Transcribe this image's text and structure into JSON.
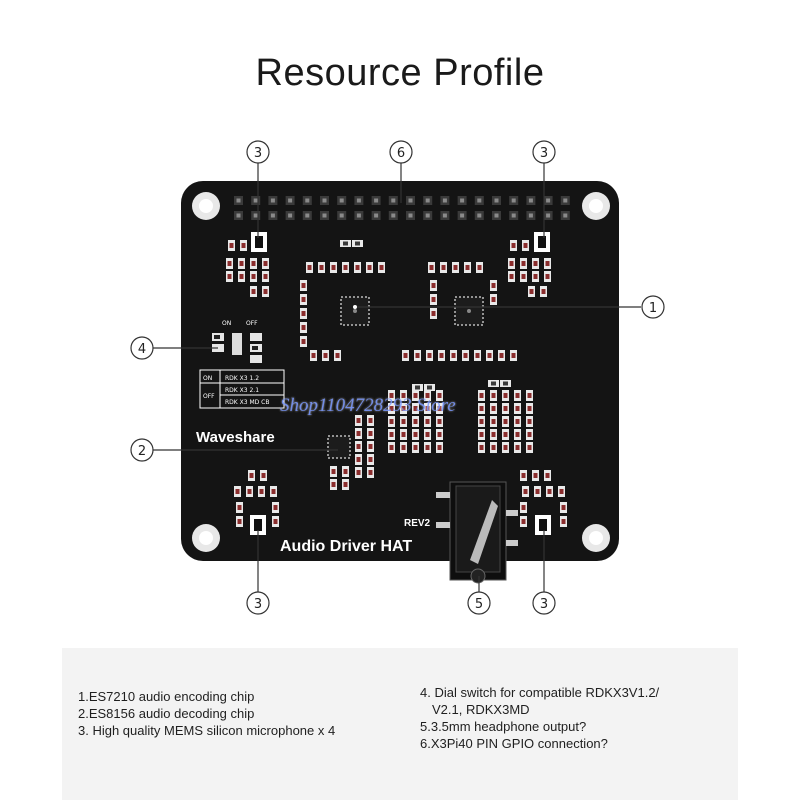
{
  "title": "Resource Profile",
  "callouts": {
    "c1": "1",
    "c2": "2",
    "c3a": "3",
    "c3b": "3",
    "c3c": "3",
    "c3d": "3",
    "c4": "4",
    "c5": "5",
    "c6": "6"
  },
  "board": {
    "brand": "Waveshare",
    "product": "Audio Driver HAT",
    "revision": "REV2",
    "dip_on": "ON",
    "dip_off": "OFF",
    "table": {
      "on_label": "ON",
      "off_label": "OFF",
      "row1": "RDK X3 1.2",
      "row2": "RDK X3 2.1",
      "row3": "RDK X3 MD CB"
    },
    "board_color": "#141414"
  },
  "watermark": "Shop1104728293 Store",
  "descriptions": {
    "left": [
      "1.ES7210 audio encoding chip",
      "2.ES8156 audio decoding chip",
      "3. High quality MEMS silicon microphone x 4"
    ],
    "right": [
      "4. Dial switch for compatible RDKX3V1.2/",
      "V2.1, RDKX3MD",
      "5.3.5mm headphone output?",
      "6.X3Pi40 PIN GPIO connection?"
    ]
  }
}
